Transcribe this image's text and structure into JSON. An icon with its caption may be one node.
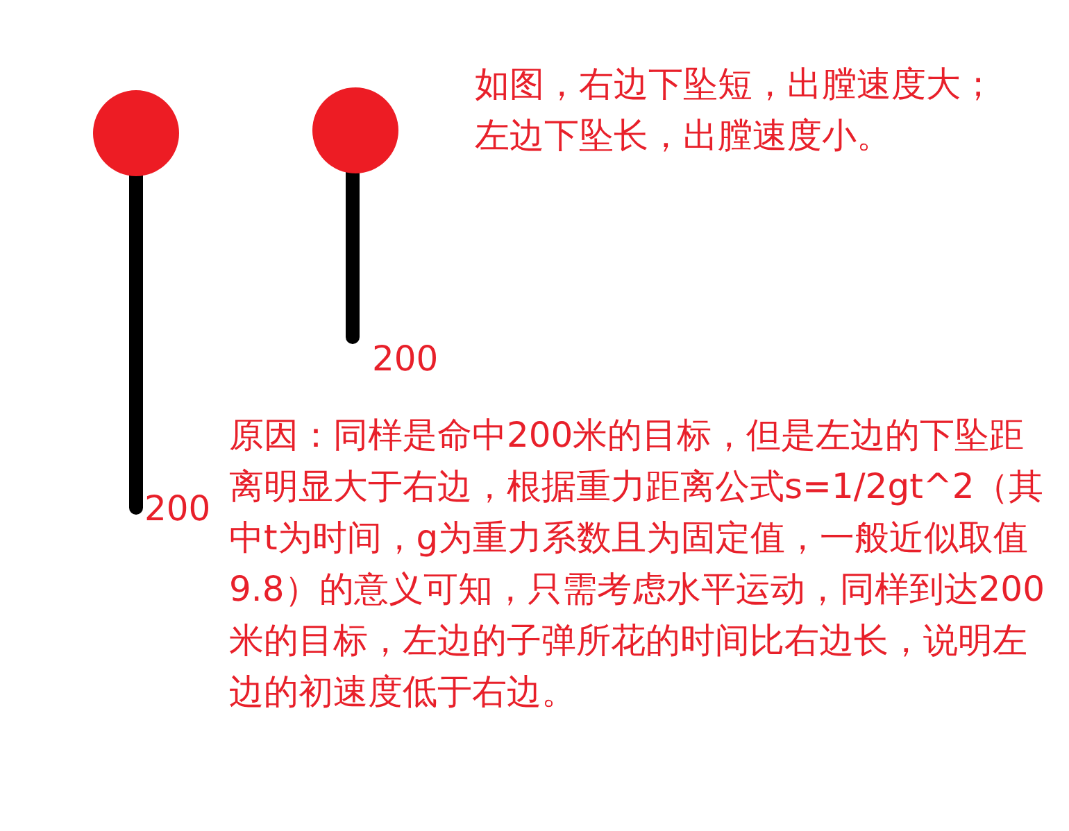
{
  "diagram": {
    "labels": [
      "如图，右边下坠短，出膛速度大；左边下坠长，出膛速度小。",
      "200",
      "原因：同样是命中200米的目标，但是左边的下坠距离明显大于右边，根据重力距离公式s=1/2gt^2（其中t为时间，g为重力系数且为固定值，一般近似取值9.8）的意义可知，只需考虑水平运动，同样到达200米的目标，左边的子弹所花的时间比右边长，说明左边的初速度低于右边。",
      "200"
    ]
  }
}
